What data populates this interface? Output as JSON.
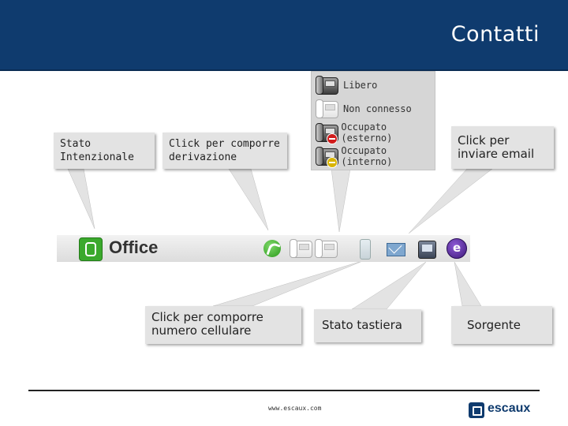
{
  "header": {
    "title": "Contatti"
  },
  "legend": {
    "items": [
      {
        "label": "Libero",
        "icon": "phone-dark-icon"
      },
      {
        "label": "Non connesso",
        "icon": "phone-light-icon"
      },
      {
        "label": "Occupato (esterno)",
        "icon": "phone-busy-external-icon"
      },
      {
        "label": "Occupato (interno)",
        "icon": "phone-busy-internal-icon"
      }
    ]
  },
  "callouts": {
    "stato_intenzionale": "Stato Intenzionale",
    "comporre_derivazione": "Click per comporre derivazione",
    "inviare_email": "Click per inviare email",
    "comporre_cellulare": "Click per comporre numero cellulare",
    "stato_tastiera": "Stato tastiera",
    "sorgente": "Sorgente"
  },
  "toolbar": {
    "name": "Office",
    "icons": [
      "office-status-icon",
      "call-icon",
      "phone-icon",
      "phone-icon",
      "mobile-icon",
      "email-icon",
      "keypad-icon",
      "source-icon"
    ]
  },
  "footer": {
    "url": "www.escaux.com",
    "logo_text": "escaux"
  },
  "colors": {
    "header": "#0f3b6e",
    "callout": "#e3e3e3",
    "office_green": "#3aa92c",
    "busy_red": "#d11c1c",
    "busy_yellow": "#d8b400"
  }
}
